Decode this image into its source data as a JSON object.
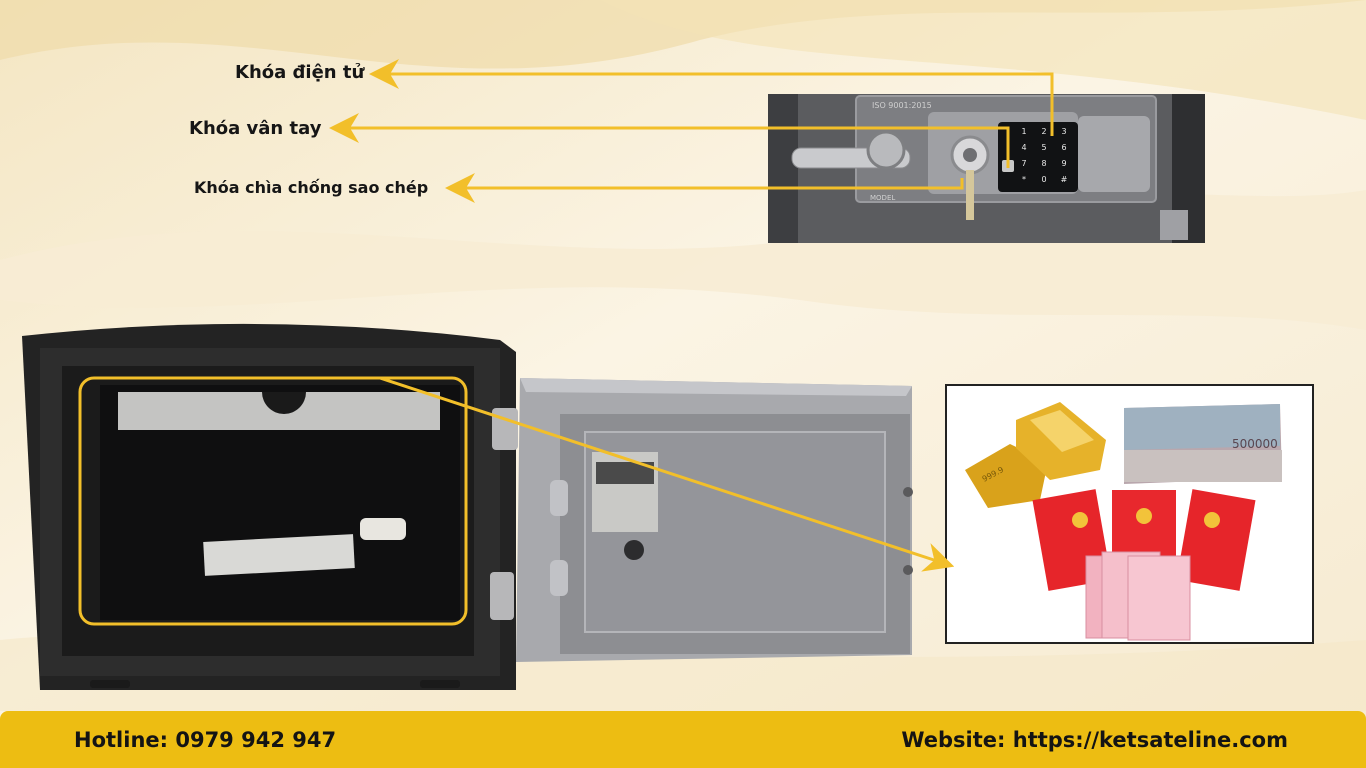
{
  "labels": {
    "electronic_lock": "Khóa điện tử",
    "fingerprint_lock": "Khóa vân tay",
    "anti_copy_key_lock": "Khóa chìa chống sao chép"
  },
  "lock_panel": {
    "iso_mark": "ISO 9001:2015",
    "model_mark": "MODEL",
    "keypad_keys": [
      "1",
      "2",
      "3",
      "4",
      "5",
      "6",
      "7",
      "8",
      "9",
      "*",
      "0",
      "#"
    ]
  },
  "valuables": {
    "gold_bar_mark": "999.9",
    "banknote_value": "500000"
  },
  "footer": {
    "hotline": "Hotline: 0979 942 947",
    "website": "Website: https://ketsateline.com"
  },
  "colors": {
    "accent_yellow": "#f2bf2a",
    "footer_bar": "#edbd12",
    "text_dark": "#161616"
  }
}
